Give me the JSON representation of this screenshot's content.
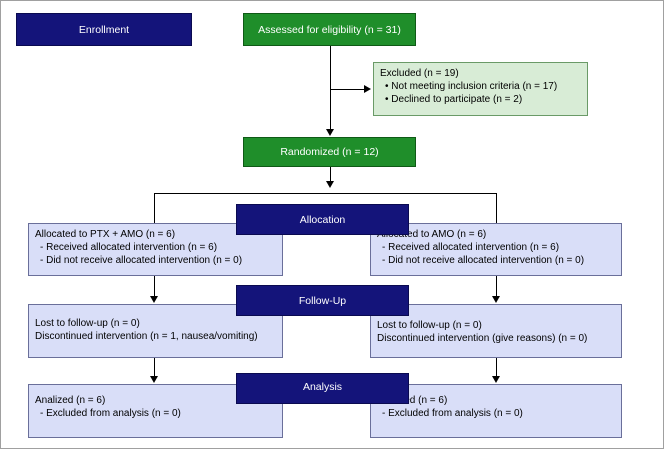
{
  "phases": {
    "enrollment": "Enrollment",
    "allocation": "Allocation",
    "follow_up": "Follow-Up",
    "analysis": "Analysis"
  },
  "assessed": "Assessed for eligibility (n = 31)",
  "excluded": {
    "title": "Excluded (n = 19)",
    "items": [
      "• Not meeting inclusion criteria (n = 17)",
      "• Declined to participate (n = 2)"
    ]
  },
  "randomized": "Randomized (n = 12)",
  "left_arm": {
    "allocation": [
      "Allocated to PTX + AMO (n = 6)",
      "- Received allocated intervention (n = 6)",
      "- Did not receive allocated intervention (n = 0)"
    ],
    "follow_up": [
      "Lost to follow-up (n = 0)",
      "Discontinued intervention (n = 1, nausea/vomiting)"
    ],
    "analysis": [
      "Analized (n = 6)",
      "- Excluded from analysis (n = 0)"
    ]
  },
  "right_arm": {
    "allocation": [
      "Allocated to AMO (n = 6)",
      "- Received allocated intervention (n = 6)",
      "- Did not receive allocated intervention (n = 0)"
    ],
    "follow_up": [
      "Lost to follow-up (n = 0)",
      "Discontinued intervention (give reasons) (n = 0)"
    ],
    "analysis": [
      "Analized (n = 6)",
      "- Excluded from analysis (n = 0)"
    ]
  },
  "colors": {
    "phase_header": "#14147a",
    "flow_green": "#1f8e2a",
    "excluded_fill": "#d8ecd6",
    "arm_fill": "#d9def8"
  }
}
